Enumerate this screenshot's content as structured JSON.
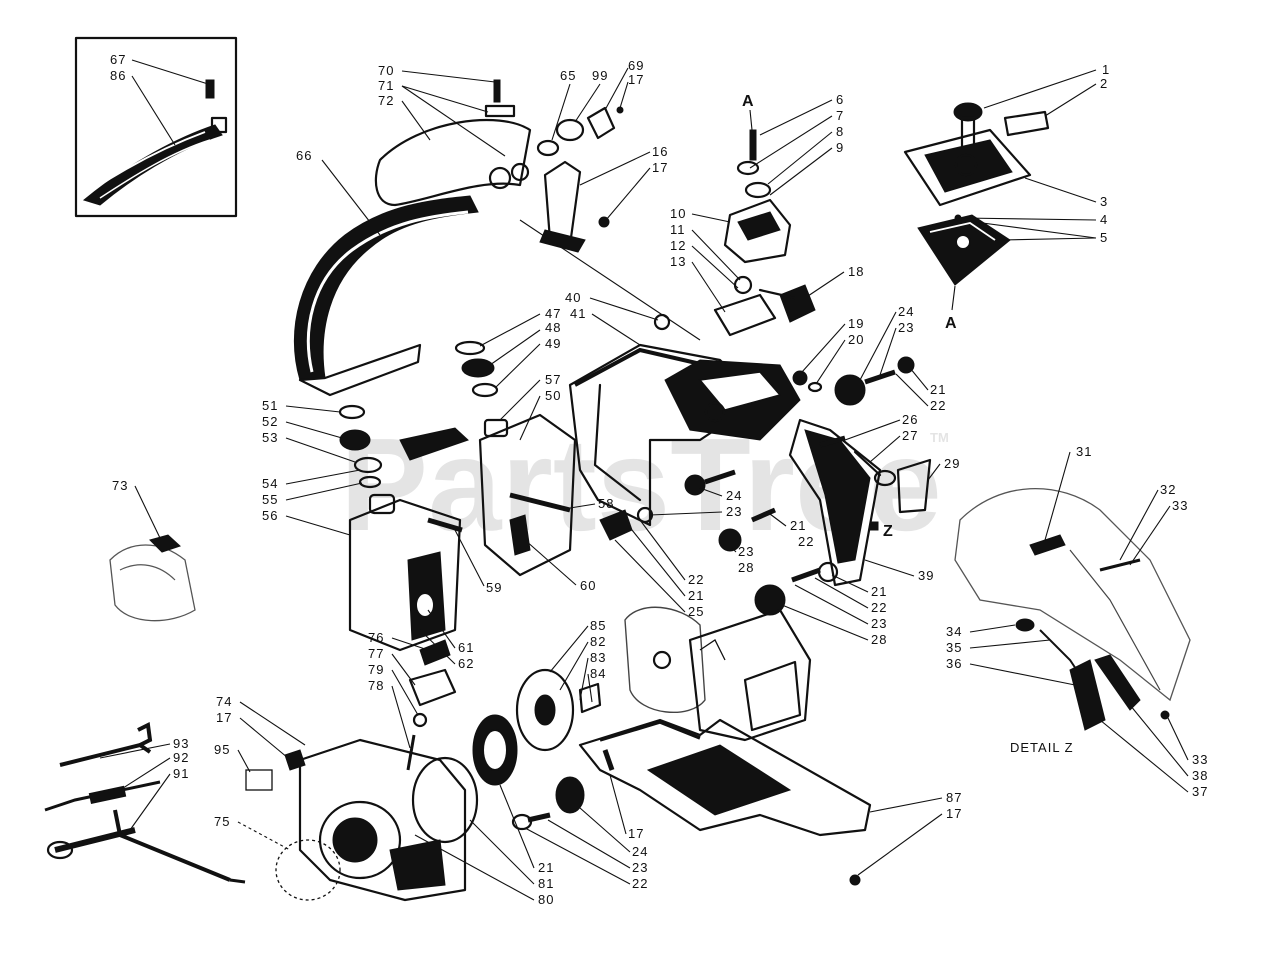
{
  "watermark": {
    "text": "PartsTree",
    "tm": "TM"
  },
  "detail_label": "DETAIL Z",
  "section_marks": {
    "top": "A",
    "bottom": "A",
    "z": "Z"
  },
  "callouts": {
    "c1": "1",
    "c2": "2",
    "c3": "3",
    "c4": "4",
    "c5": "5",
    "c6": "6",
    "c7": "7",
    "c8": "8",
    "c9": "9",
    "c10": "10",
    "c11": "11",
    "c12": "12",
    "c13": "13",
    "c16": "16",
    "c17a": "17",
    "c17b": "17",
    "c17c": "17",
    "c17d": "17",
    "c17e": "17",
    "c18": "18",
    "c19": "19",
    "c20": "20",
    "c21a": "21",
    "c21b": "21",
    "c21c": "21",
    "c21d": "21",
    "c21e": "21",
    "c22a": "22",
    "c22b": "22",
    "c22c": "22",
    "c22d": "22",
    "c22e": "22",
    "c23a": "23",
    "c23b": "23",
    "c23c": "23",
    "c23d": "23",
    "c23e": "23",
    "c24a": "24",
    "c24b": "24",
    "c24c": "24",
    "c25": "25",
    "c26": "26",
    "c27": "27",
    "c28a": "28",
    "c28b": "28",
    "c29": "29",
    "c31": "31",
    "c32": "32",
    "c33a": "33",
    "c33b": "33",
    "c34": "34",
    "c35": "35",
    "c36": "36",
    "c37": "37",
    "c38": "38",
    "c39": "39",
    "c40": "40",
    "c47": "47",
    "c41": "41",
    "c48": "48",
    "c49": "49",
    "c50": "50",
    "c51": "51",
    "c52": "52",
    "c53": "53",
    "c54": "54",
    "c55": "55",
    "c56": "56",
    "c57": "57",
    "c58": "58",
    "c59": "59",
    "c60": "60",
    "c61": "61",
    "c62": "62",
    "c65": "65",
    "c66": "66",
    "c67": "67",
    "c69": "69",
    "c70": "70",
    "c71": "71",
    "c72": "72",
    "c73": "73",
    "c74": "74",
    "c75": "75",
    "c76": "76",
    "c77": "77",
    "c78": "78",
    "c79": "79",
    "c80": "80",
    "c81": "81",
    "c82": "82",
    "c83": "83",
    "c84": "84",
    "c85": "85",
    "c86": "86",
    "c87": "87",
    "c91": "91",
    "c92": "92",
    "c93": "93",
    "c95": "95",
    "c99": "99"
  }
}
